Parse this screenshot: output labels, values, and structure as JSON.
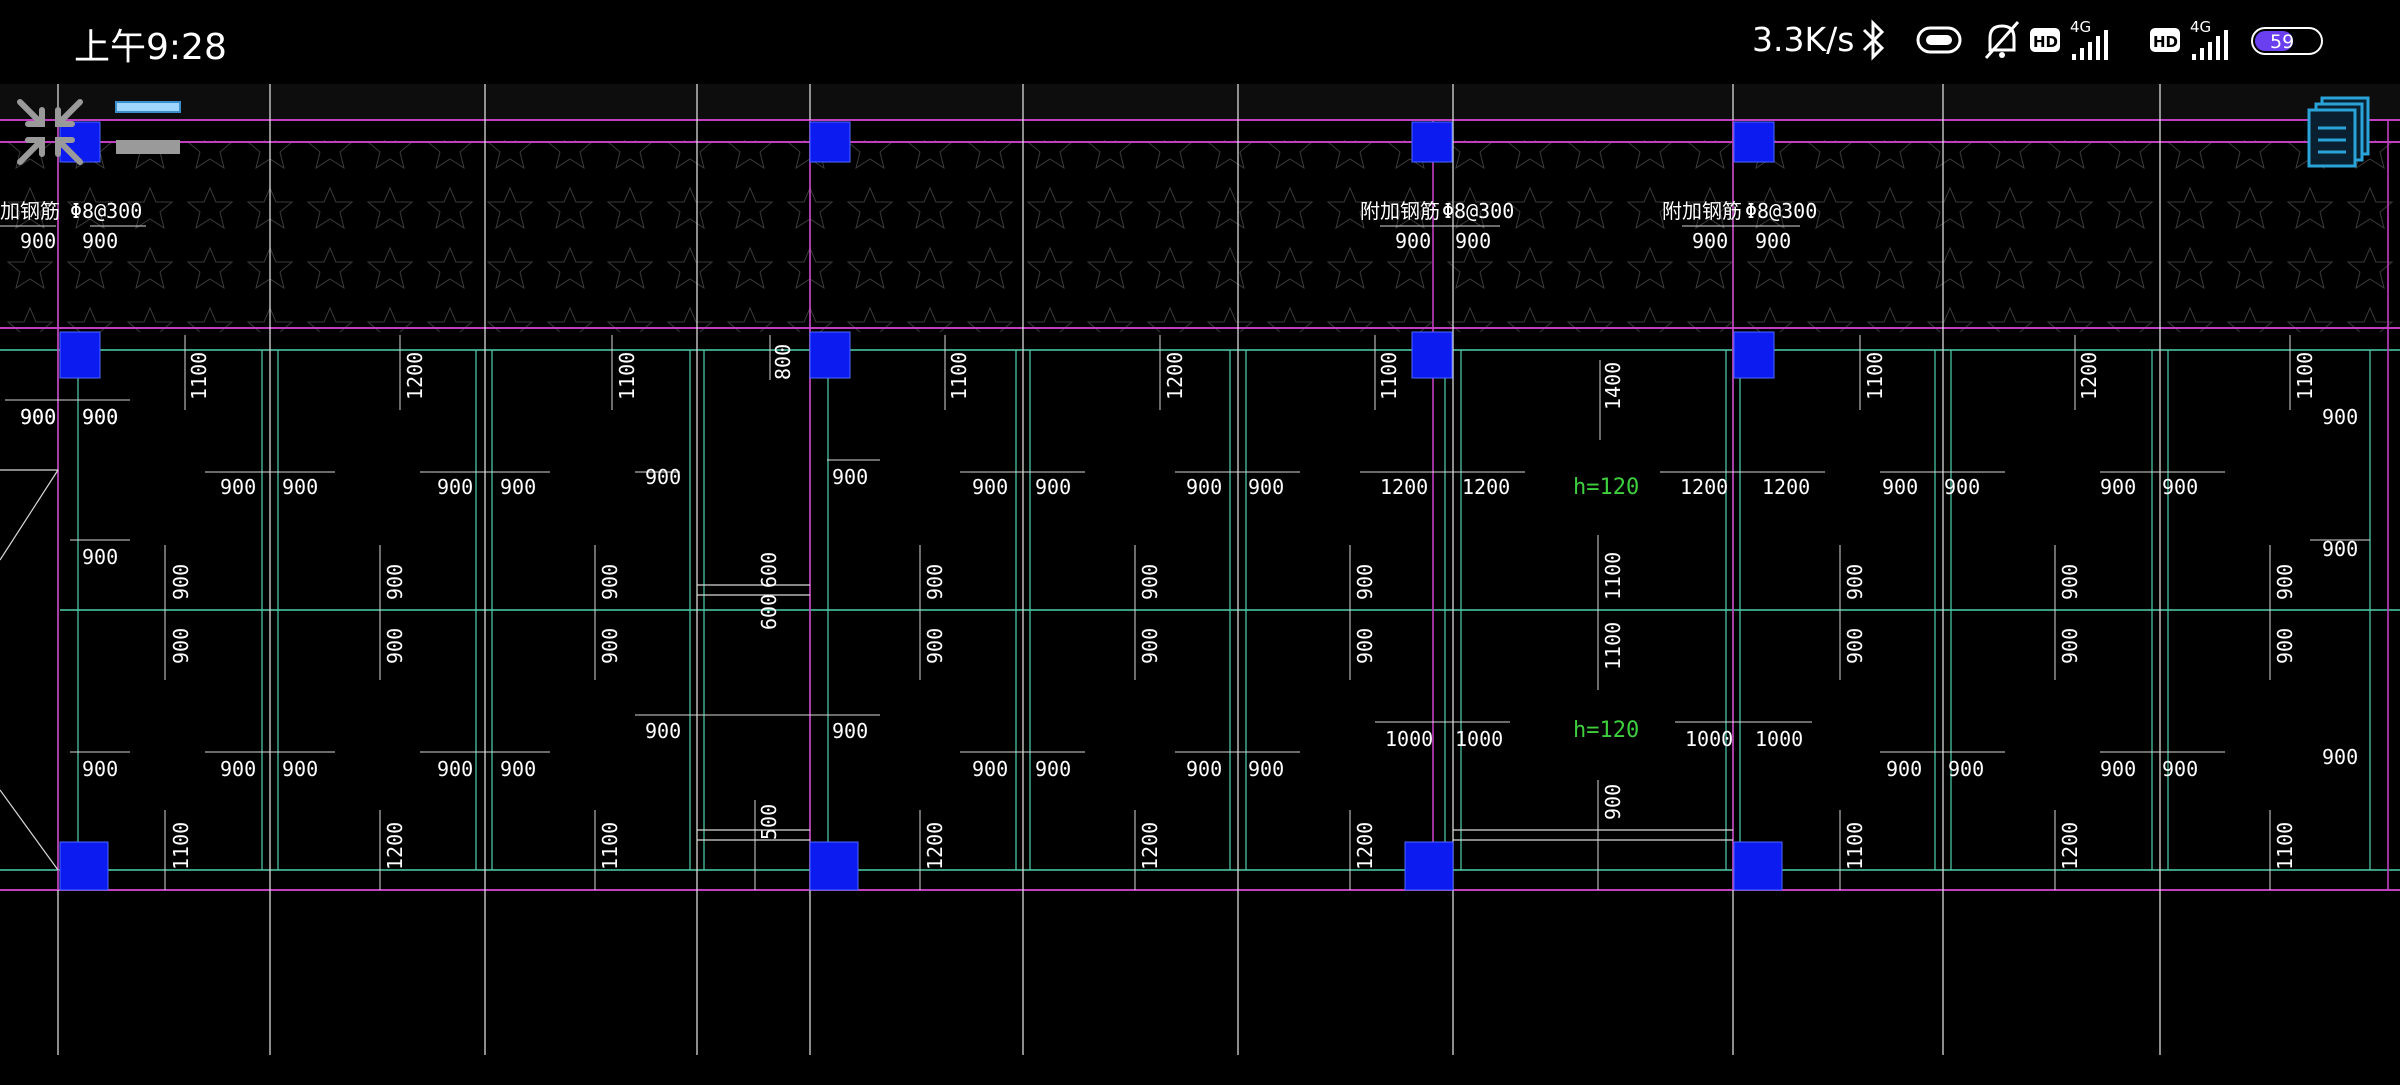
{
  "status_bar": {
    "time": "上午9:28",
    "net_speed": "3.3K/s",
    "battery_level": "59",
    "network_label": "4G",
    "hd_label": "HD",
    "icons": [
      "bluetooth-icon",
      "vibrate-icon",
      "mute-bell-icon",
      "hd-icon",
      "signal-4g-icon",
      "hd-icon",
      "signal-4g-icon",
      "battery-icon"
    ]
  },
  "toolbar": {
    "collapse_icon": "collapse-arrows-icon",
    "menu_icon": "menu-lines-icon",
    "layers_icon": "layers-icon"
  },
  "drawing": {
    "colors": {
      "beam": "#c03ec0",
      "wall": "#4fd0b0",
      "column": "#0c1cf0",
      "text": "#ffffff",
      "green_text": "#3ecf3e",
      "grid": "#d8d8d8"
    },
    "notes": [
      {
        "text": "加钢筋",
        "row": "top"
      },
      {
        "text": "Φ8@300",
        "row": "top"
      },
      {
        "text": "附加钢筋",
        "row": "top"
      },
      {
        "text": "Φ8@300",
        "row": "top"
      },
      {
        "text": "附加钢筋",
        "row": "top"
      },
      {
        "text": "Φ8@300",
        "row": "top"
      }
    ],
    "slab_heights": [
      "h=120",
      "h=120"
    ],
    "dimensions": {
      "top_strip": [
        "900",
        "900",
        "900",
        "900",
        "900",
        "900"
      ],
      "row_a": [
        "1100",
        "1200",
        "1100",
        "800",
        "1100",
        "1200",
        "1100",
        "1400",
        "1100",
        "1200",
        "1100"
      ],
      "row_b": [
        "900",
        "900",
        "900",
        "900",
        "900",
        "900",
        "900",
        "900",
        "900",
        "900",
        "900",
        "900",
        "900",
        "1200",
        "1200",
        "1200",
        "1200",
        "900",
        "900",
        "900",
        "900",
        "900"
      ],
      "row_c_vertical": [
        "900",
        "900",
        "900",
        "900",
        "900",
        "900",
        "1100",
        "900",
        "900",
        "900"
      ],
      "row_d_vertical": [
        "900",
        "900",
        "900",
        "900",
        "900",
        "900",
        "1100",
        "900",
        "900",
        "900"
      ],
      "row_e": [
        "900",
        "900",
        "900",
        "900",
        "900",
        "900",
        "900",
        "900",
        "900",
        "900",
        "900",
        "900",
        "1000",
        "1000",
        "1000",
        "1000",
        "900",
        "900",
        "900",
        "900",
        "900"
      ],
      "row_f_vertical": [
        "1100",
        "1200",
        "1100",
        "500",
        "1200",
        "1200",
        "1200",
        "900",
        "1100",
        "1200",
        "1100"
      ],
      "mid_small": [
        "600",
        "600",
        "900",
        "900",
        "900",
        "900",
        "900",
        "900",
        "900"
      ]
    }
  }
}
